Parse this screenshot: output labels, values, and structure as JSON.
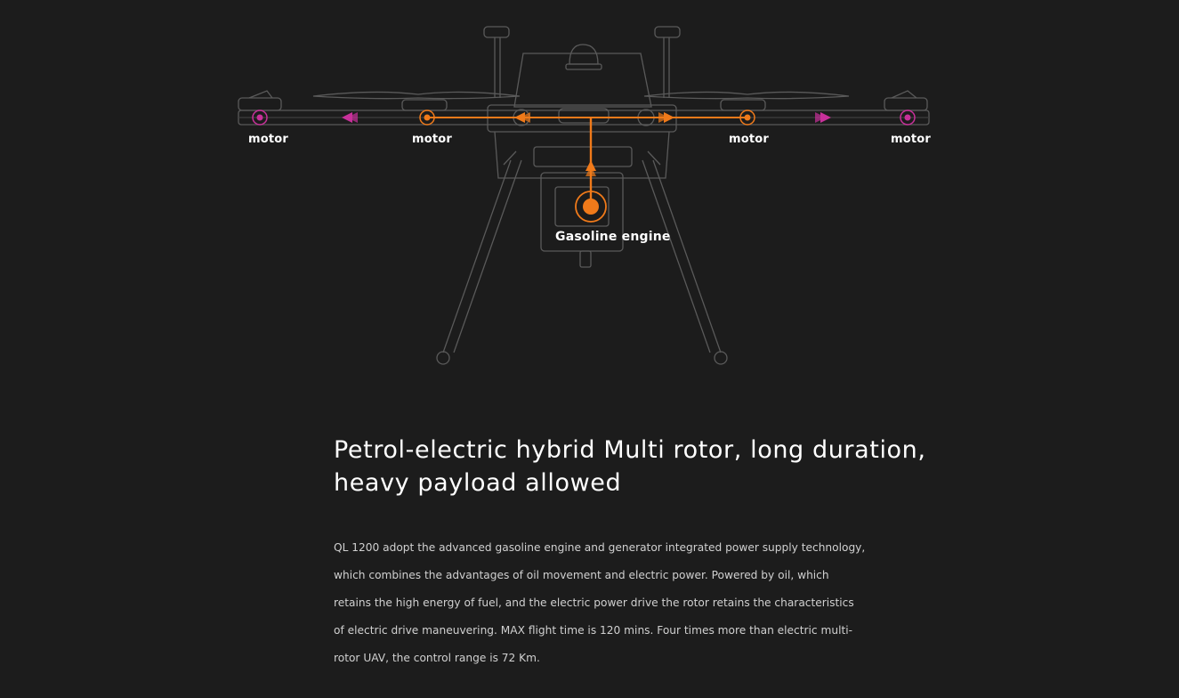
{
  "diagram": {
    "motor_labels": [
      "motor",
      "motor",
      "motor",
      "motor"
    ],
    "engine_label": "Gasoline engine",
    "colors": {
      "engine_arrow": "#f07a1a",
      "motor_arrow": "#c8309a",
      "drone_outline": "#5a5a5a"
    }
  },
  "headline": {
    "line1": "Petrol-electric hybrid Multi rotor, long duration,",
    "line2": "heavy payload allowed"
  },
  "description": {
    "lines": [
      "QL 1200 adopt the advanced gasoline engine and generator integrated power supply technology,",
      "which combines the advantages of oil movement and electric power. Powered by oil, which",
      "retains the high energy of fuel, and the electric power drive the rotor retains the characteristics",
      "of electric drive maneuvering. MAX flight time is 120 mins. Four times more than electric multi-",
      "rotor UAV, the control range is 72 Km."
    ]
  }
}
